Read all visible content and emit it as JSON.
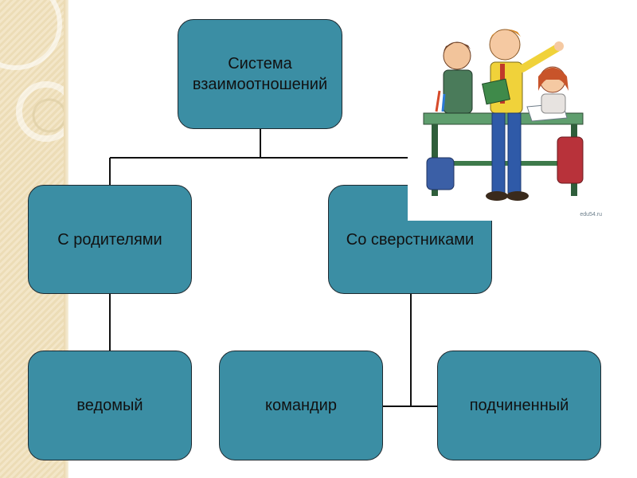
{
  "diagram": {
    "root": {
      "label": "Система взаимоотношений"
    },
    "children": [
      {
        "label": "С родителями"
      },
      {
        "label": "Со сверстниками"
      }
    ],
    "leaves": [
      {
        "label": "ведомый"
      },
      {
        "label": "командир"
      },
      {
        "label": "подчиненный"
      }
    ]
  },
  "illustration": {
    "watermark": "edu54.ru"
  },
  "colors": {
    "node_fill": "#3b8ea4",
    "node_border": "#1f2a30",
    "connector": "#111111",
    "strip": "#f3e6c8"
  }
}
